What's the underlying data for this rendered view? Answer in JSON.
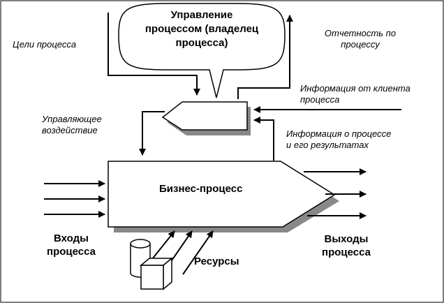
{
  "diagram": {
    "owner_label": "Управление\nпроцессом (владелец\nпроцесса)",
    "process_goals": "Цели процесса",
    "control_action": "Управляющее\nвоздействие",
    "reporting": "Отчетность по\nпроцессу",
    "client_info": "Информация от клиента\nпроцесса",
    "process_info": "Информация о процессе\nи его результатах",
    "business_process": "Бизнес-процесс",
    "inputs": "Входы\nпроцесса",
    "outputs": "Выходы\nпроцесса",
    "resources": "Ресурсы"
  }
}
